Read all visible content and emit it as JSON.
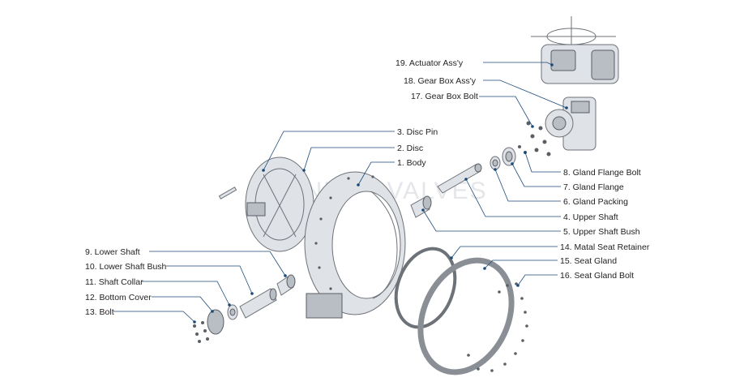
{
  "watermark": "YUNDAE VALVES",
  "labels": {
    "p1": "1. Body",
    "p2": "2. Disc",
    "p3": "3. Disc Pin",
    "p4": "4. Upper Shaft",
    "p5": "5. Upper Shaft Bush",
    "p6": "6. Gland Packing",
    "p7": "7. Gland Flange",
    "p8": "8. Gland Flange Bolt",
    "p9": "9. Lower Shaft",
    "p10": "10. Lower Shaft Bush",
    "p11": "11. Shaft Collar",
    "p12": "12. Bottom Cover",
    "p13": "13. Bolt",
    "p14": "14. Matal Seat Retainer",
    "p15": "15. Seat Gland",
    "p16": "16. Seat Gland Bolt",
    "p17": "17. Gear Box Bolt",
    "p18": "18. Gear Box Ass'y",
    "p19": "19. Actuator Ass'y"
  },
  "colors": {
    "leader": "#1a4a7a",
    "text": "#222222",
    "part": "#dfe2e6"
  }
}
